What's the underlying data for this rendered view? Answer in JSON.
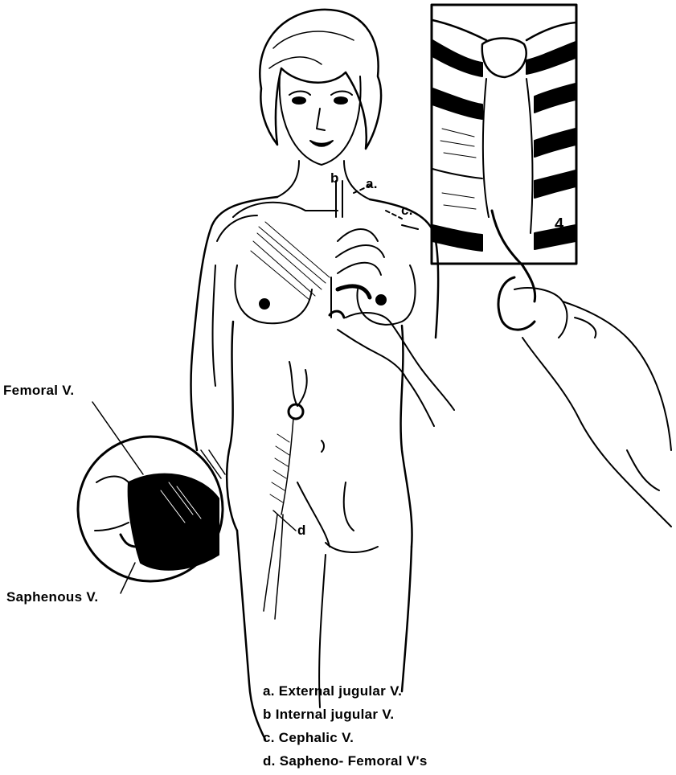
{
  "callouts": {
    "femoral": "Femoral V.",
    "saphenous": "Saphenous V.",
    "a": "a.",
    "b": "b",
    "c": "c.",
    "d": "d",
    "inset_number": "4"
  },
  "legend": [
    "a. External jugular V.",
    "b  Internal jugular V.",
    "c. Cephalic V.",
    "d. Sapheno- Femoral V's"
  ]
}
